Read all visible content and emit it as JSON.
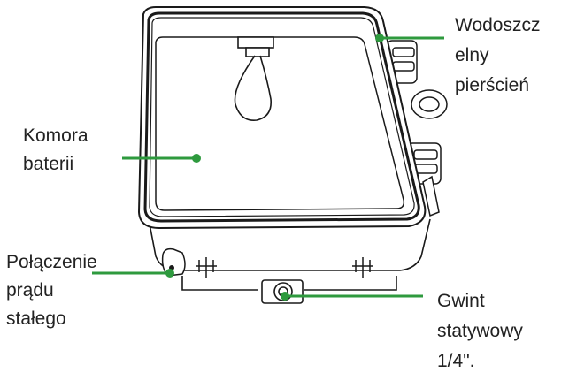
{
  "labels": {
    "gasket": [
      "Wodoszcz",
      "elny",
      "pierścień"
    ],
    "battery": [
      "Komora",
      "baterii"
    ],
    "dc": [
      "Połączenie",
      "prądu",
      "stałego"
    ],
    "tripod": [
      "Gwint",
      "statywowy",
      "1/4\"."
    ]
  },
  "colors": {
    "leader": "#2e9a3e",
    "outline": "#1a1a1a",
    "text": "#222222"
  }
}
